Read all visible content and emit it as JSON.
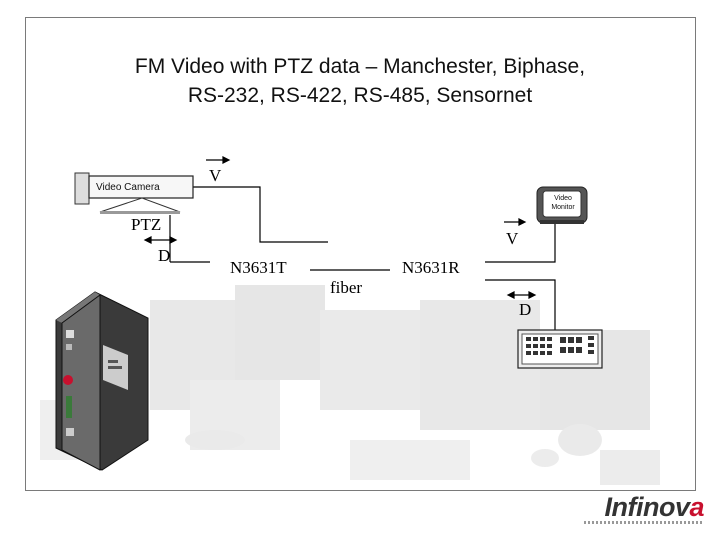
{
  "title": {
    "line1": "FM Video with PTZ data – Manchester, Biphase,",
    "line2": "RS-232, RS-422, RS-485, Sensornet"
  },
  "camera": {
    "label": "Video Camera"
  },
  "monitor": {
    "label_line1": "Video",
    "label_line2": "Monitor"
  },
  "labels": {
    "v_top": "V",
    "v_right": "V",
    "ptz": "PTZ",
    "d_left": "D",
    "d_right": "D",
    "transmitter": "N3631T",
    "receiver": "N3631R",
    "link": "fiber"
  },
  "brand": {
    "logo_main": "Infinov",
    "logo_accent": "a"
  },
  "colors": {
    "line": "#000000",
    "frame": "#7a7a7a",
    "accent": "#c8102e"
  }
}
